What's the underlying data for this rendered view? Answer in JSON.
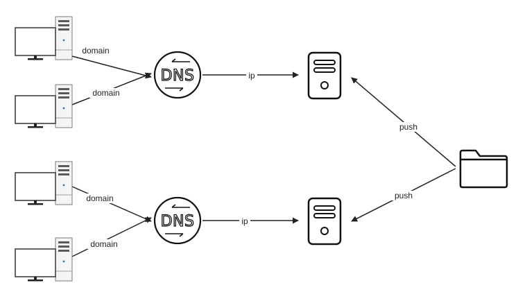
{
  "diagram": {
    "labels": {
      "c1_domain": "domain",
      "c2_domain": "domain",
      "c3_domain": "domain",
      "c4_domain": "domain",
      "ip_top": "ip",
      "ip_bottom": "ip",
      "push_top": "push",
      "push_bottom": "push"
    },
    "dns_text": "DNS",
    "colors": {
      "stroke": "#222222",
      "fill": "#ffffff",
      "text": "#222222"
    },
    "icons": {
      "client": "desktop-computer-icon",
      "dns": "dns-icon",
      "server": "server-icon",
      "source": "folder-icon"
    }
  }
}
